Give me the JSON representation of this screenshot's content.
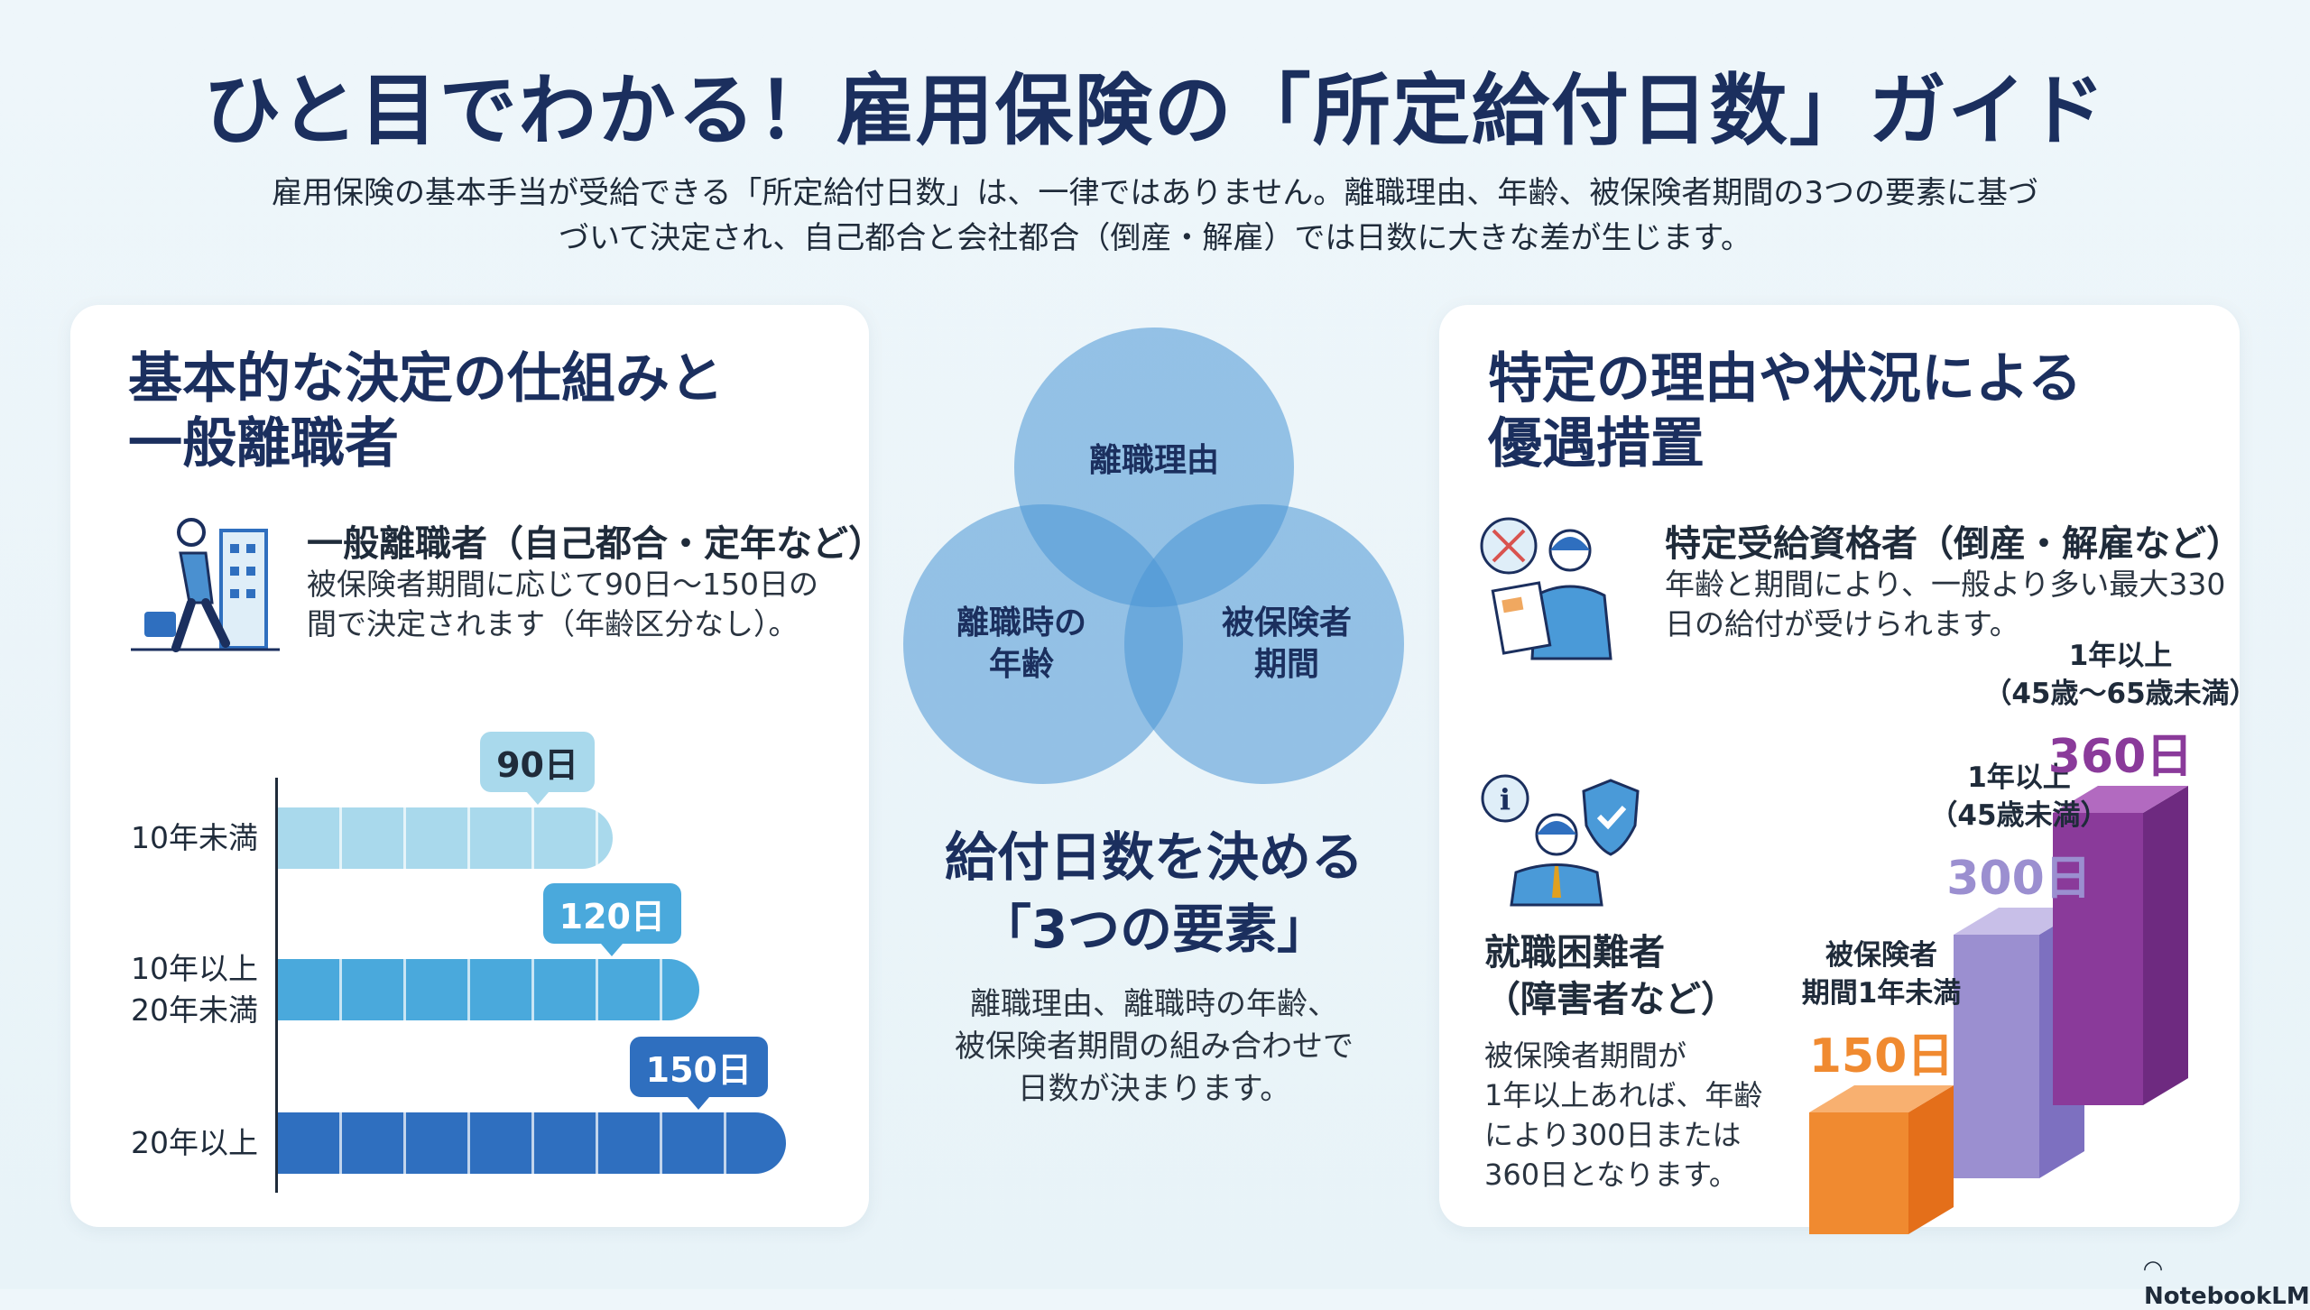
{
  "title": "ひと目でわかる！雇用保険の「所定給付日数」ガイド",
  "subtitle": [
    "雇用保険の基本手当が受給できる「所定給付日数」は、一律ではありません。離職理由、年齢、被保険者期間の3つの要素に基づ",
    "づいて決定され、自己都合と会社都合（倒産・解雇）では日数に大きな差が生じます。"
  ],
  "left": {
    "heading": [
      "基本的な決定の仕組みと",
      "一般離職者"
    ],
    "icon": "walking-businessperson-icon",
    "subheading": "一般離職者（自己都合・定年など）",
    "desc": [
      "被保険者期間に応じて90日〜150日の",
      "間で決定されます（年齢区分なし）。"
    ]
  },
  "center": {
    "circles": [
      "離職理由",
      [
        "離職時の",
        "年齢"
      ],
      [
        "被保険者",
        "期間"
      ]
    ],
    "heading": [
      "給付日数を決める",
      "「3つの要素」"
    ],
    "desc": [
      "離職理由、離職時の年齢、",
      "被保険者期間の組み合わせで",
      "日数が決まります。"
    ]
  },
  "right": {
    "heading": [
      "特定の理由や状況による",
      "優遇措置"
    ],
    "item1": {
      "icon": "dismissed-worker-document-icon",
      "subheading": "特定受給資格者（倒産・解雇など）",
      "desc": [
        "年齢と期間により、一般より多い最大330",
        "日の給付が受けられます。"
      ]
    },
    "item2": {
      "icon": "worker-info-shield-icon",
      "subheading": [
        "就職困難者",
        "（障害者など）"
      ],
      "desc": [
        "被保険者期間が",
        "1年以上あれば、年齢",
        "により300日または",
        "360日となります。"
      ]
    }
  },
  "chart_data": [
    {
      "type": "bar",
      "orientation": "horizontal",
      "categories": [
        [
          "10年未満"
        ],
        [
          "10年以上",
          "20年未満"
        ],
        [
          "20年以上"
        ]
      ],
      "values": [
        90,
        120,
        150
      ],
      "data_labels": [
        "90日",
        "120日",
        "150日"
      ],
      "colors": [
        "#a9d9ec",
        "#4aa9dc",
        "#2f6fbf"
      ]
    },
    {
      "type": "bar",
      "style": "3d",
      "categories": [
        [
          "被保険者",
          "期間1年未満"
        ],
        [
          "1年以上",
          "（45歳未満）"
        ],
        [
          "1年以上",
          "（45歳〜65歳未満）"
        ]
      ],
      "values": [
        150,
        300,
        360
      ],
      "data_labels": [
        "150日",
        "300日",
        "360日"
      ],
      "colors": [
        "#f08a30",
        "#9b8fd0",
        "#8a3a9a"
      ]
    }
  ],
  "brand": "NotebookLM"
}
